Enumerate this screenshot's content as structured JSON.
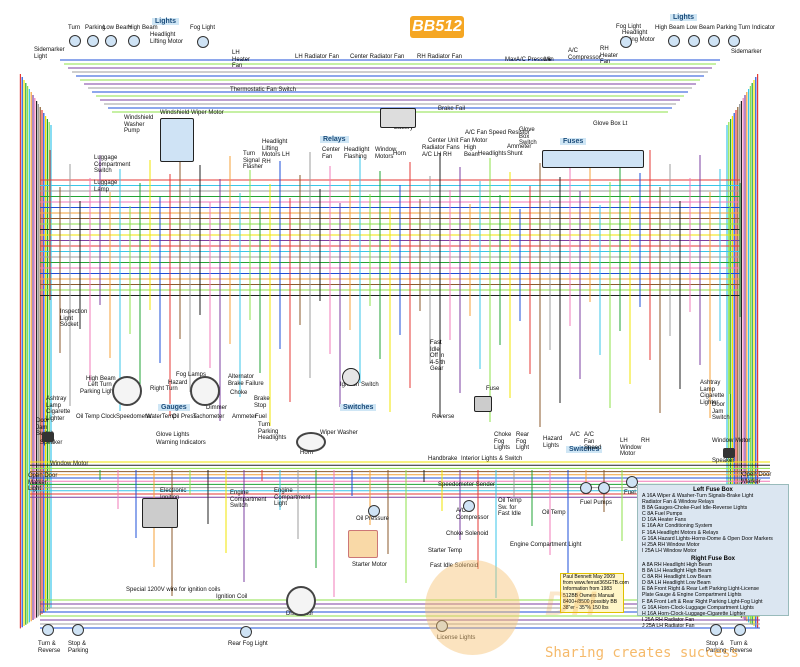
{
  "logo": "BB512",
  "tags": {
    "lights_left": "Lights",
    "lights_right": "Lights",
    "relays": "Relays",
    "fuses": "Fuses",
    "gauges": "Gauges",
    "switches_left": "Switches",
    "switches_right": "Switches"
  },
  "labels": {
    "turn": "Turn",
    "parking": "Parking",
    "low_beam": "Low Beam",
    "high_beam": "High Beam",
    "fog_light_left": "Fog Light",
    "headlight_lifting_motor_left": "Headlight Lifting Motor",
    "sidemarker_light_left": "Sidemarker Light",
    "lh_heater_fan": "LH Heater Fan",
    "lh_radiator_fan": "LH Radiator Fan",
    "center_radiator_fan": "Center Radiator Fan",
    "rh_radiator_fan": "RH Radiator Fan",
    "max": "Max",
    "ac_pressure": "A/C Pressure",
    "min": "Min",
    "ac_compressor_top": "A/C Compressor",
    "fog_light_right": "Fog Light",
    "rh_heater_fan": "RH Heater Fan",
    "headlight_lifting_motor_right": "Headlight Lifting Motor",
    "right_lights_header": "High Beam Low Beam Parking Turn Indicator",
    "sidemarker_right": "Sidemarker",
    "thermostatic_fan_switch": "Thermostatic Fan Switch",
    "windshield_wiper_motor": "Windshield Wiper Motor",
    "windshield_washer_pump": "Windshield Washer Pump",
    "luggage_compartment_switch": "Luggage Compartment Switch",
    "luggage_lamp": "Luggage Lamp",
    "battery": "Battery",
    "brake_fail": "Brake Fail",
    "ac_fan_speed_resistor": "A/C Fan Speed Resistor",
    "glove_box_switch": "Glove Box Switch",
    "glove_box_lt": "Glove Box Lt",
    "center_unit_fan_motor": "Center Unit Fan Motor",
    "headlight_lifting_motors_lh_rh": "Headlight Lifting Motors LH RH",
    "turn_signal_flasher": "Turn Signal Flasher",
    "center_fan": "Center Fan",
    "headlight_flashing": "Headlight Flashing",
    "window_motors": "Window Motors",
    "horn": "Horn",
    "radiator_fans": "Radiator Fans A/C LH RH",
    "high_beam_relay": "High Beam",
    "headlights_relay": "Headlights",
    "ammeter_shunt": "Ammeter Shunt",
    "inspection_light_socket": "Inspection Light Socket",
    "high_beam_ind": "High Beam",
    "left_turn": "Left Turn",
    "parking_lights": "Parking Lights",
    "right_turn": "Right Turn",
    "hazard": "Hazard",
    "fog_lamps": "Fog Lamps",
    "alternator": "Alternator",
    "brake_failure": "Brake Failure",
    "choke": "Choke",
    "ashtray_lamp_cig": "Ashtray Lamp Cigarette Lighter",
    "dimmer": "Dimmer",
    "ignition_switch": "Ignition Switch",
    "oil_temp": "Oil Temp",
    "clock": "Clock",
    "speedometer": "Speedometer",
    "water_temp": "WaterTemp",
    "oil_press": "Oil Press",
    "tachometer": "Tachometer",
    "ammeter": "Ammeter",
    "fuel": "Fuel",
    "brake_stop": "Brake Stop",
    "turn_parking_headlights": "Turn Parking Headlights",
    "wiper_washer": "Wiper Washer",
    "horn_switch": "Horn",
    "glove_lights": "Glove Lights",
    "warning_indicators": "Warning Indicators",
    "handbrake": "Handbrake",
    "interior_lights_switch": "Interior Lights & Switch",
    "fast_idle": "Fast Idle Off in 4-5 th Gear",
    "fuse": "Fuse",
    "reverse": "Reverse",
    "choke_fog": "Choke Fog Lights",
    "rear_fog_light": "Rear Fog Light",
    "hazard_lights": "Hazard Lights",
    "ac": "A/C",
    "ac_fan_speed": "A/C Fan Speed",
    "lh_window_motor": "LH Window Motor",
    "rh_window_motor": "RH",
    "ashtray_lamp_right": "Ashtray Lamp Cigarette Lighter",
    "door_jam_switch": "Door Jam Switch",
    "window_motor_right": "Window Motor",
    "speaker_right": "Speaker",
    "open_door_marker_right": "Open Door Marker Light",
    "ashtray_lamp_left": "Ashtray Lamp Cigarette Lighter",
    "door_jam_switch_left": "Door Jam Switch",
    "speaker_left": "Speaker",
    "window_motor_left": "Window Motor",
    "open_door_marker_left": "Open Door Marker Light",
    "electronic_ignition_unit": "Electronic Ignition Unit",
    "engine_compartment_switch": "Engine Compartment Switch",
    "engine_compartment_light": "Engine Compartment Light",
    "speedometer_sender": "Speedometer Sender",
    "oil_temp_sw": "Oil Temp Sw. for Fast Idle",
    "oil_temp_sender": "Oil Temp",
    "fuel_pumps": "Fuel Pumps",
    "fuel_level_sender": "Fuel Level Sender",
    "oil_pressure": "Oil Pressure",
    "ac_compressor_bottom": "A/C Compressor",
    "choke_solenoid": "Choke Solenoid",
    "starter_temp": "Starter Temp",
    "engine_compartment_light2": "Engine Compartment Light",
    "starter_motor": "Starter Motor",
    "fast_idle_solenoid": "Fast Idle Solenoid",
    "special_wire": "Special 1200V wire for ignition coils",
    "ignition_coil": "Ignition Coil",
    "distributor": "Distributor",
    "turn_reverse": "Turn & Reverse",
    "stop_parking": "Stop & Parking",
    "rear_fog_light_bottom": "Rear Fog Light",
    "license_lights": "License Lights",
    "stop_parking_right": "Stop & Parking",
    "turn_reverse_right": "Turn & Reverse"
  },
  "legend": {
    "left_title": "Left Fuse Box",
    "left_rows": [
      "A 16A  Wiper & Washer-Turn Signals-Brake Light",
      "       Radiator Fan & Window  Relays",
      "B 8A   Gauges-Choke-Fuel Idle-Reverse Lights",
      "C 8A   Fuel Pumps",
      "D 16A  Heater Fans",
      "E 16A  Air Conditioning System",
      "F 16A  Headlight Motors & Relays",
      "G 16A  Hazard Lights-Horns-Dome & Open Door Markers",
      "H 25A  RH Window Motor",
      "I 25A  LH Window Motor"
    ],
    "right_title": "Right Fuse Box",
    "right_rows": [
      "A 8A   RH Headlight High Beam",
      "B 8A   LH Headlight High Beam",
      "C 8A   RH Headlight Low Beam",
      "D 8A   LH Headlight Low Beam",
      "E 8A   Front Right & Rear Left Parking Light-License",
      "       Plate Gauge & Engine Compartment Lights",
      "F 8A   Front Left & Rear Right Parking Light-Fog Light",
      "G 16A  Horn-Clock-Luggage Compartment Lights",
      "H 16A  Horn-Clock-Luggage-Cigarette Lighter",
      "I 25A  RH Radiator Fan",
      "J 25A  LH Radiator Fan"
    ]
  },
  "info": {
    "rows": [
      "Paul Bennett  May 2009",
      "from www.ferrari365GTB.com",
      "Information from 1983",
      "512BB Owners Manual",
      "8400+/8500 possibly BB",
      "38\"er - 35\"% 150 lbs"
    ]
  },
  "watermark": {
    "caption": "Sharing creates success",
    "brand": "DH"
  },
  "colors": {
    "red": "#e53935",
    "blue": "#1e4fd8",
    "yellow": "#f2e600",
    "green": "#21a335",
    "lightgreen": "#8ee24a",
    "cyan": "#3ac6e8",
    "orange": "#f4a23a",
    "purple": "#7b3fa0",
    "pink": "#f27bb8",
    "black": "#222222",
    "grey": "#9e9e9e",
    "brown": "#8b5a2b"
  }
}
